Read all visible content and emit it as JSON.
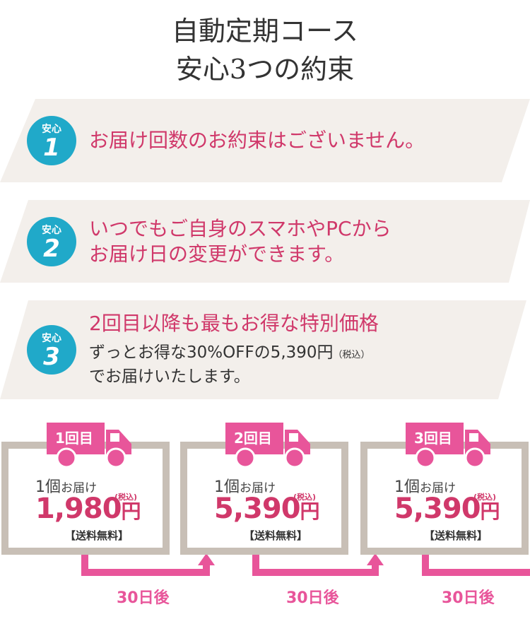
{
  "title": {
    "line1": "自動定期コース",
    "line2": "安心3つの約束"
  },
  "promises": [
    {
      "badge": "安心",
      "number": "1",
      "text": "お届け回数のお約束はございません。"
    },
    {
      "badge": "安心",
      "number": "2",
      "line1": "いつでもご自身のスマホやPCから",
      "line2": "お届け日の変更ができます。"
    },
    {
      "badge": "安心",
      "number": "3",
      "heading": "2回目以降も最もお得な特別価格",
      "line1": "ずっとお得な30%OFFの5,390円",
      "tax": "（税込）",
      "line2": "でお届けいたします。"
    }
  ],
  "deliveries": [
    {
      "label": "1回目",
      "qty": "1個",
      "qty_suffix": "お届け",
      "price": "1,980",
      "yen": "円",
      "tax": "(税込)",
      "shipping": "【送料無料】"
    },
    {
      "label": "2回目",
      "qty": "1個",
      "qty_suffix": "お届け",
      "price": "5,390",
      "yen": "円",
      "tax": "(税込)",
      "shipping": "【送料無料】"
    },
    {
      "label": "3回目",
      "qty": "1個",
      "qty_suffix": "お届け",
      "price": "5,390",
      "yen": "円",
      "tax": "(税込)",
      "shipping": "【送料無料】"
    }
  ],
  "interval": "30日後",
  "colors": {
    "pink": "#d0386a",
    "truck": "#e8559a",
    "teal": "#20a9c9",
    "banner": "#f3efeb",
    "frame": "#c8bfb6"
  }
}
